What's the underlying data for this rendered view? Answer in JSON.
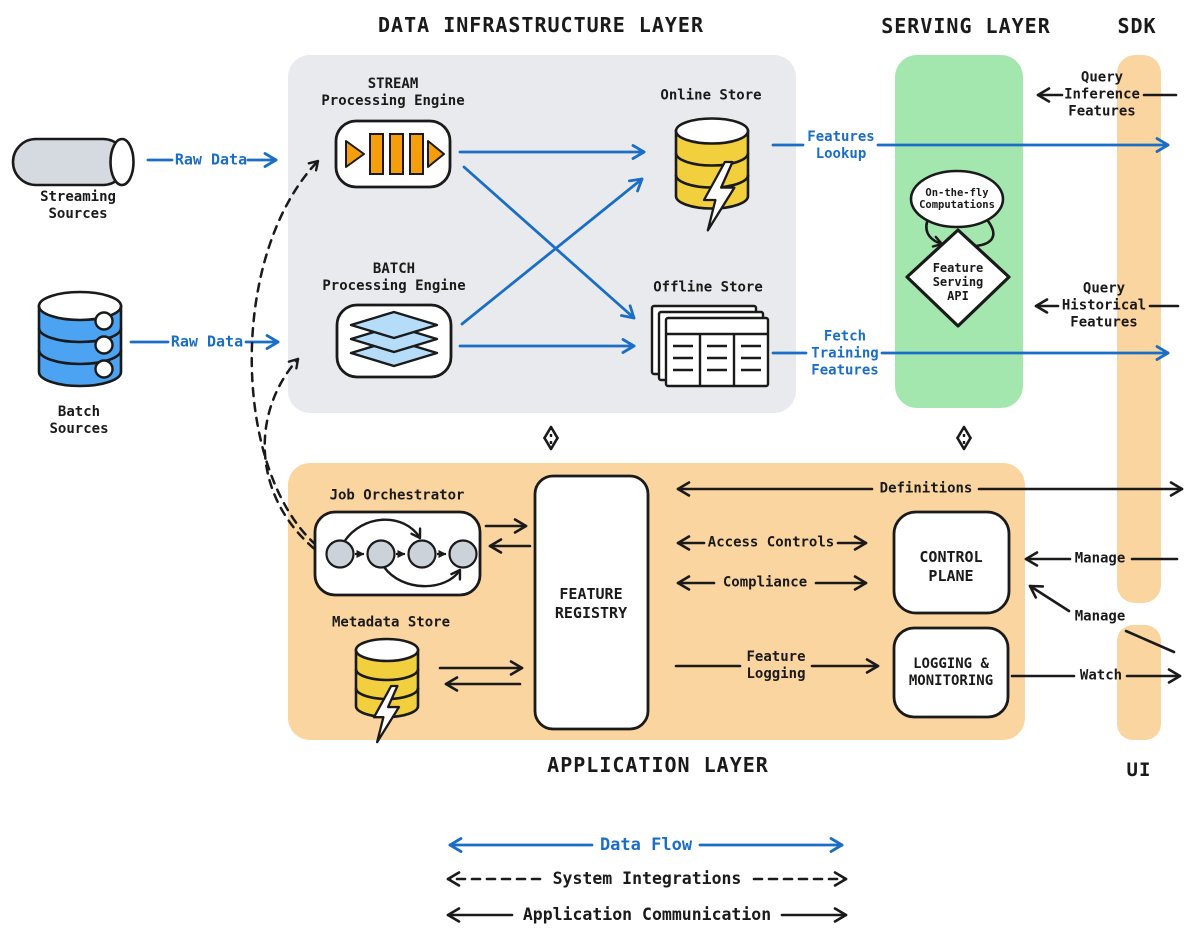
{
  "titles": {
    "infrastructure": "DATA INFRASTRUCTURE LAYER",
    "serving": "SERVING LAYER",
    "sdk": "SDK",
    "application": "APPLICATION LAYER",
    "ui": "UI"
  },
  "sources": {
    "streaming_label": [
      "Streaming",
      "Sources"
    ],
    "raw_data_stream": "Raw Data",
    "batch_label": [
      "Batch",
      "Sources"
    ],
    "raw_data_batch": "Raw Data"
  },
  "infrastructure": {
    "stream_engine": [
      "STREAM",
      "Processing Engine"
    ],
    "batch_engine": [
      "BATCH",
      "Processing Engine"
    ],
    "online_store": "Online Store",
    "offline_store": "Offline Store"
  },
  "flows": {
    "features_lookup": [
      "Features",
      "Lookup"
    ],
    "fetch_training": [
      "Fetch",
      "Training",
      "Features"
    ]
  },
  "serving": {
    "bubble": [
      "On-the-fly",
      "Computations"
    ],
    "api": [
      "Feature",
      "Serving",
      "API"
    ]
  },
  "sdk": {
    "query_inference": [
      "Query",
      "Inference",
      "Features"
    ],
    "query_historical": [
      "Query",
      "Historical",
      "Features"
    ],
    "manage_control": "Manage",
    "manage_ui": "Manage",
    "watch": "Watch"
  },
  "application": {
    "job_orchestrator": "Job Orchestrator",
    "metadata_store": "Metadata Store",
    "feature_registry": [
      "FEATURE",
      "REGISTRY"
    ],
    "control_plane": [
      "CONTROL",
      "PLANE"
    ],
    "logging_monitoring": [
      "LOGGING &",
      "MONITORING"
    ],
    "definitions": "Definitions",
    "access_controls": "Access Controls",
    "compliance": "Compliance",
    "feature_logging": [
      "Feature",
      "Logging"
    ]
  },
  "legend": {
    "data_flow": "Data Flow",
    "system_integrations": "System Integrations",
    "application_communication": "Application Communication"
  },
  "colors": {
    "data_flow_blue": "#1b6ec5",
    "ink_black": "#1a1a1a",
    "infra_gray": "#e8eaed",
    "serving_green": "#a3e7af",
    "app_orange": "#fbd5a0",
    "store_yellow": "#f2cf3d",
    "source_blue": "#4ba3f2",
    "engine_orange": "#f59e0b",
    "layer_blue": "#b5dcf8"
  }
}
